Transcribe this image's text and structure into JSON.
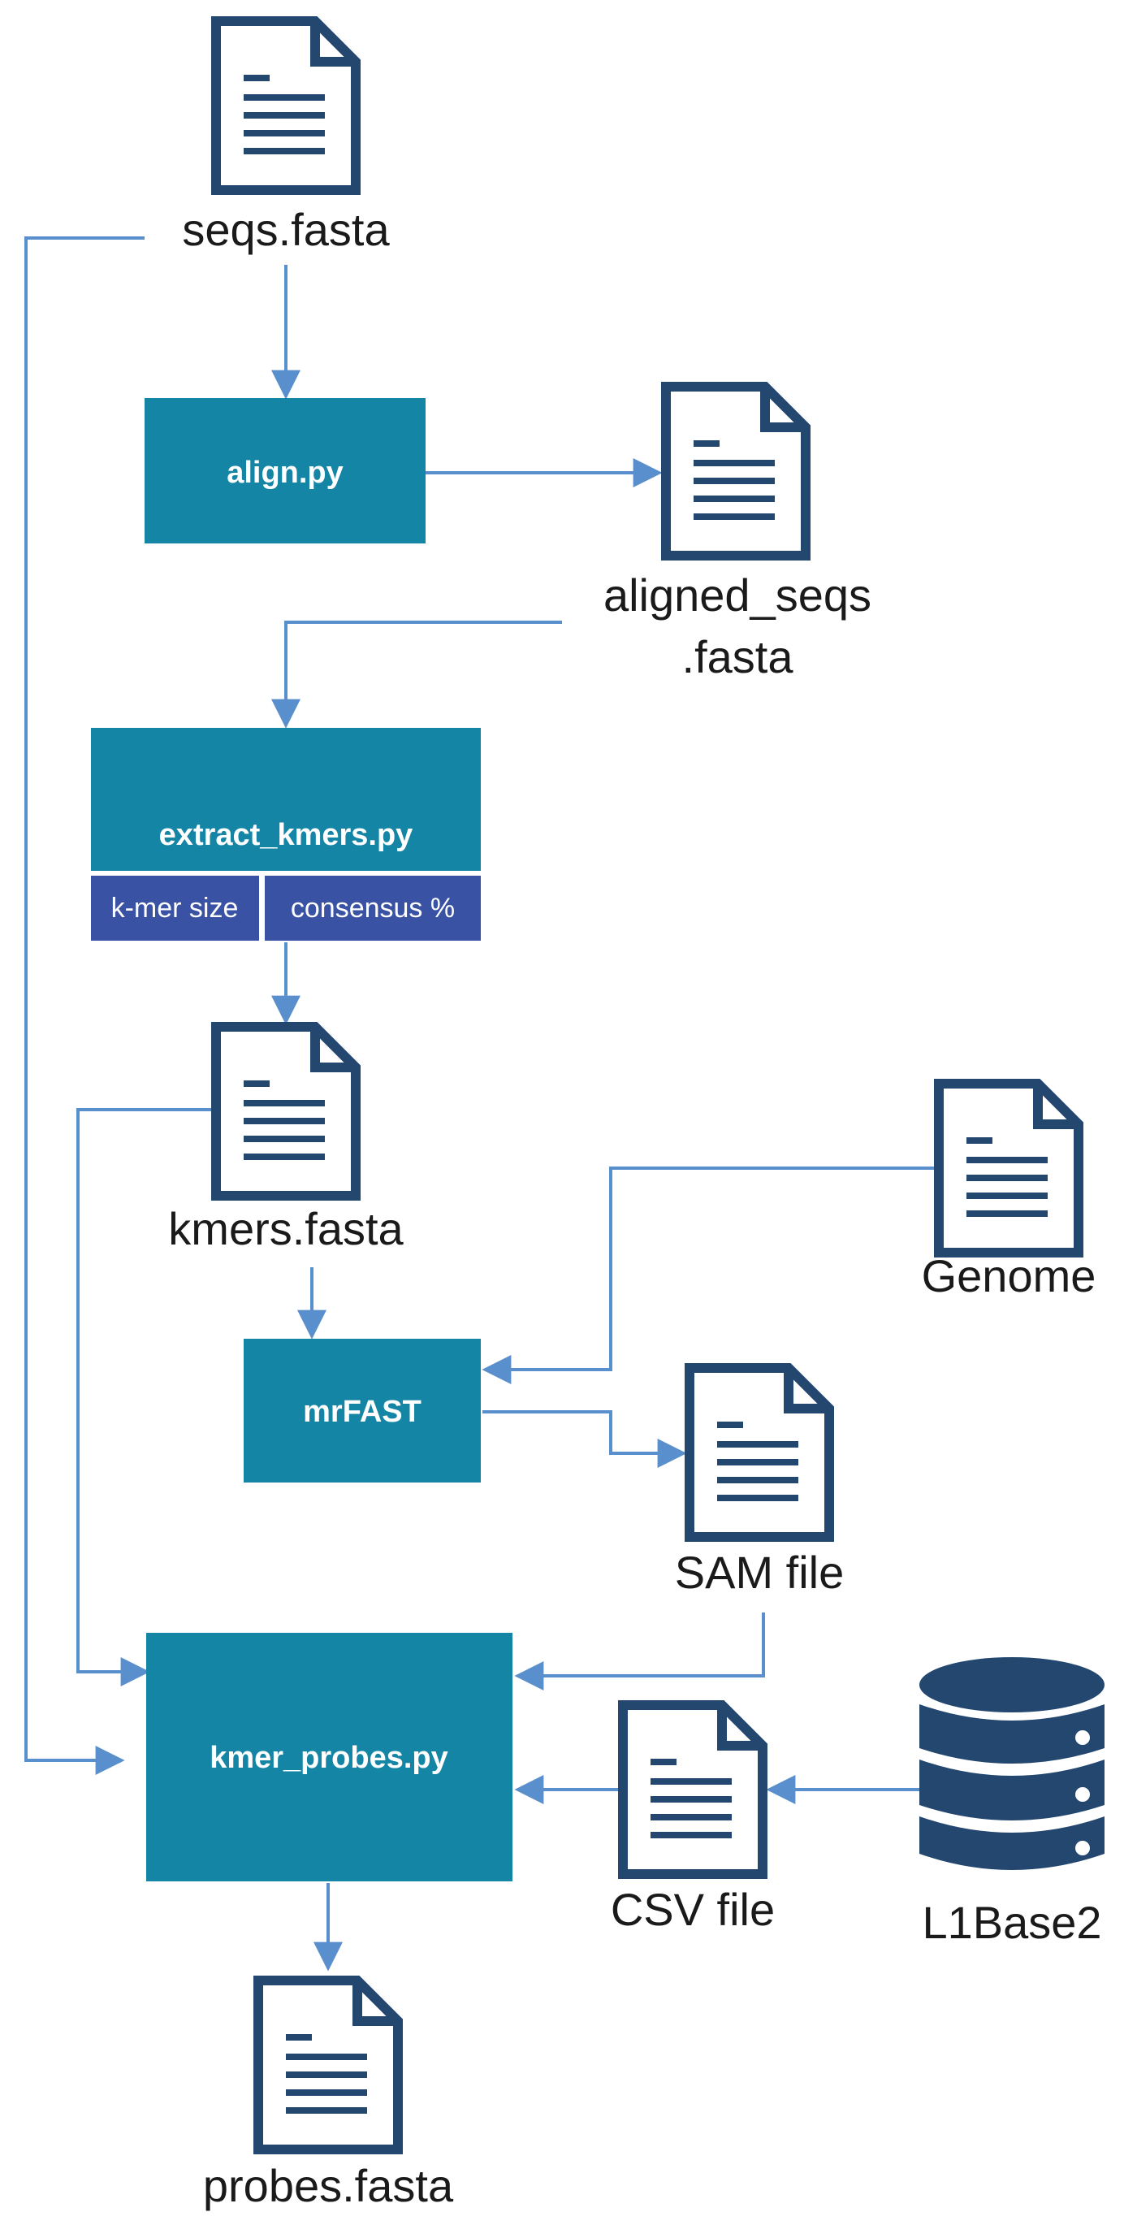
{
  "colors": {
    "process_box": "#1585a6",
    "param_box": "#3a52a3",
    "icon": "#23476f",
    "connector": "#5a8fce"
  },
  "files": {
    "seqs": "seqs.fasta",
    "aligned_line1": "aligned_seqs",
    "aligned_line2": ".fasta",
    "kmers": "kmers.fasta",
    "genome": "Genome",
    "sam": "SAM file",
    "csv": "CSV file",
    "probes": "probes.fasta"
  },
  "database": {
    "name": "L1Base2",
    "icon": "database-icon"
  },
  "processes": {
    "align": "align.py",
    "extract": "extract_kmers.py",
    "mrfast": "mrFAST",
    "kmer_probes": "kmer_probes.py"
  },
  "params": {
    "kmer_size": "k-mer size",
    "consensus": "consensus %"
  },
  "icons": {
    "file": "document-icon"
  }
}
